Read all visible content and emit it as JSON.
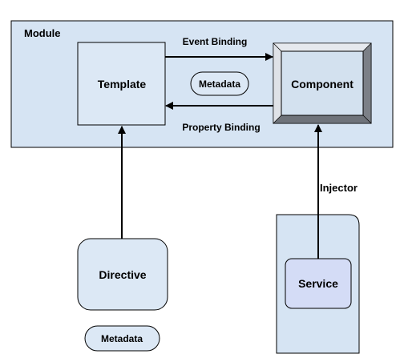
{
  "colors": {
    "module_fill": "#d6e4f3",
    "box_fill": "#dce8f5",
    "service_fill": "#d4dcf6",
    "stroke": "#000000"
  },
  "module": {
    "label": "Module"
  },
  "template": {
    "label": "Template"
  },
  "component": {
    "label": "Component"
  },
  "metadata_top": {
    "label": "Metadata"
  },
  "directive": {
    "label": "Directive"
  },
  "metadata_bottom": {
    "label": "Metadata"
  },
  "service": {
    "label": "Service"
  },
  "edges": {
    "event_binding": "Event Binding",
    "property_binding": "Property Binding",
    "injector": "Injector"
  }
}
